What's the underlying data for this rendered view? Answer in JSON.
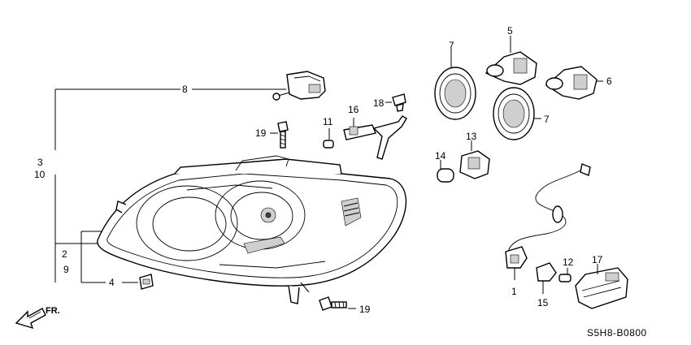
{
  "diagram_code": "S5H8-B0800",
  "front_indicator": "FR.",
  "callouts": {
    "c1": "1",
    "c2": "2",
    "c3": "3",
    "c4": "4",
    "c5": "5",
    "c6": "6",
    "c7a": "7",
    "c7b": "7",
    "c8": "8",
    "c9": "9",
    "c10": "10",
    "c11": "11",
    "c12": "12",
    "c13": "13",
    "c14": "14",
    "c15": "15",
    "c16": "16",
    "c17": "17",
    "c18": "18",
    "c19a": "19",
    "c19b": "19"
  }
}
